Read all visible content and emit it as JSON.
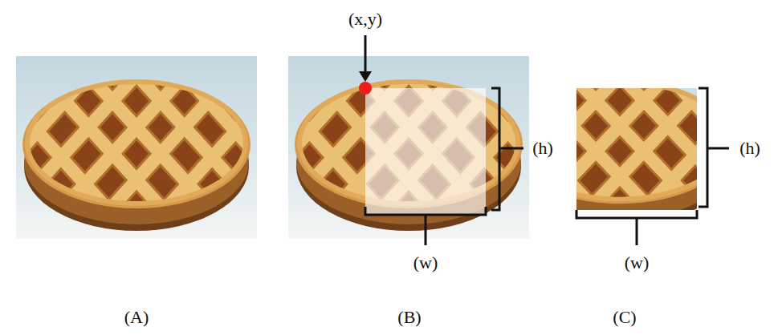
{
  "diagram": {
    "labels": [
      "(x,y)",
      "(h)",
      "(h)",
      "(w)",
      "(w)",
      "(A)",
      "(B)",
      "(C)"
    ]
  }
}
